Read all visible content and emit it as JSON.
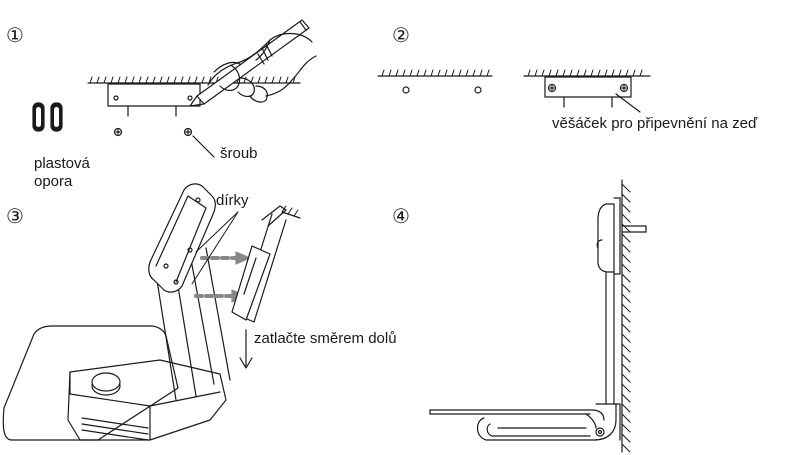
{
  "steps": {
    "s1": "①",
    "s2": "②",
    "s3": "③",
    "s4": "④"
  },
  "labels": {
    "plastic_support_line1": "plastová",
    "plastic_support_line2": "opora",
    "screw": "šroub",
    "wall_hanger": "věšáček pro připevnění na zeď",
    "holes": "dírky",
    "push_down": "zatlačte směrem dolů"
  },
  "icons": {
    "arrow": "down-arrow-icon",
    "screw": "screw-icon"
  }
}
